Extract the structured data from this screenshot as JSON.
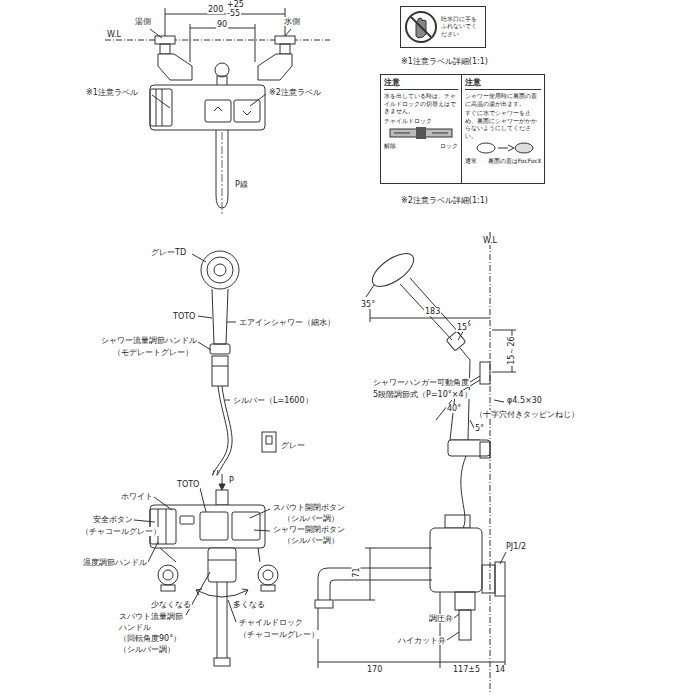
{
  "diagram": {
    "nodes": [
      {
        "text": [
          "吐水口に手をふれないでください"
        ]
      },
      {
        "text": [
          "注意",
          "水を出している時は、チャイルドロックの切替えはできません。",
          "チャイルドロック",
          "解除",
          "ロック"
        ]
      },
      {
        "text": [
          "注意",
          "シャワー使用時に裏面の蓋に高温の湯が出ます。",
          "すぐに水でシャワーを止め、裏面にシャワーがかからないようにしてください。",
          "通常",
          "裏面の蓋はFocFocⅡ"
        ]
      }
    ],
    "labels": [
      "W.L",
      "200",
      "+25",
      "-55",
      "湯側",
      "水側",
      "90",
      "※1注意ラベル",
      "※2注意ラベル",
      "P線",
      "※1注意ラベル詳細(1:1)",
      "※2注意ラベル詳細(1:1)",
      "グレーTD",
      "TOTO",
      "エアインシャワー（細水）",
      "シャワー流量調節ハンドル",
      "（モデレートグレー）",
      "シルバー（L=1600）",
      "グレー",
      "TOTO",
      "ホワイト",
      "安全ボタン",
      "（チャコールグレー）",
      "温度調節ハンドル",
      "P",
      "スパウト開閉ボタン",
      "（シルバー調）",
      "シャワー開閉ボタン",
      "（シルバー調）",
      "少なくなる",
      "多くなる",
      "スパウト流量調節",
      "ハンドル",
      "（回転角度90°）",
      "（シルバー調）",
      "チャイルドロック",
      "（チャコールグレー）",
      "W.L",
      "35°",
      "183",
      "15°",
      "15～26",
      "シャワーハンガー可動角度",
      "5段階調節式（P=10°×4）",
      "40°",
      "5°",
      "φ4.5×30",
      "（十字穴付きタッピンねじ）",
      "PJ1/2",
      "71",
      "調圧弁",
      "ハイカット弁",
      "170",
      "117±5",
      "14"
    ]
  }
}
